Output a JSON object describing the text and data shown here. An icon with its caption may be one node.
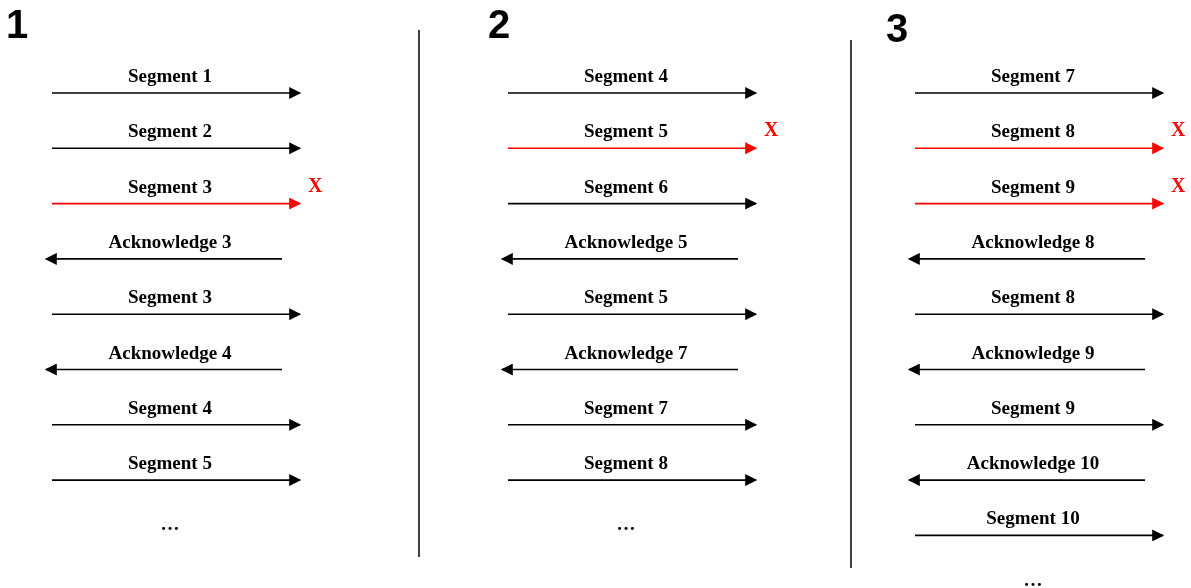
{
  "diagram": {
    "labels": [
      "1",
      "Segment 1",
      "Segment 2",
      "Segment 3",
      "X",
      "Acknowledge 3",
      "Segment 3",
      "Acknowledge 4",
      "Segment 4",
      "Segment 5",
      "…",
      "2",
      "Segment 4",
      "Segment 5",
      "X",
      "Segment 6",
      "Acknowledge 5",
      "Segment 5",
      "Acknowledge 7",
      "Segment 7",
      "Segment 8",
      "…",
      "3",
      "Segment 7",
      "Segment 8",
      "X",
      "Segment 9",
      "X",
      "Acknowledge 8",
      "Segment 8",
      "Acknowledge 9",
      "Segment 9",
      "Acknowledge 10",
      "Segment 10",
      "…"
    ]
  }
}
